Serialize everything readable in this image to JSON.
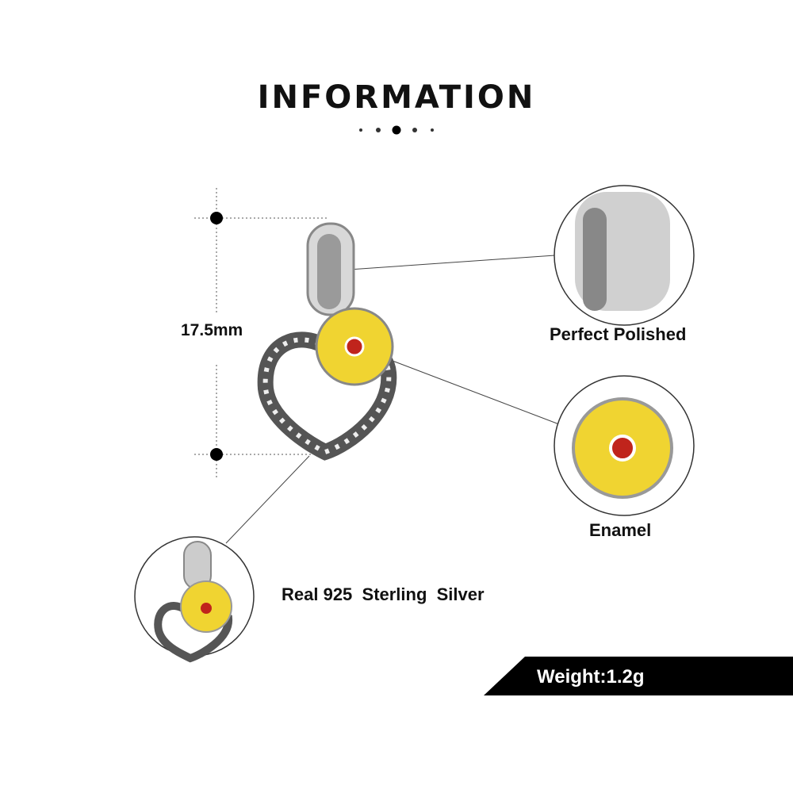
{
  "title": "INFORMATION",
  "dimension": "17.5mm",
  "features": [
    "Perfect  Polished",
    "Enamel",
    "Real 925  Sterling  Silver"
  ],
  "weight": "Weight:1.2g",
  "colors": {
    "petal": "#f0d431",
    "center": "#c0241c",
    "silver": "#c8c8c8"
  }
}
